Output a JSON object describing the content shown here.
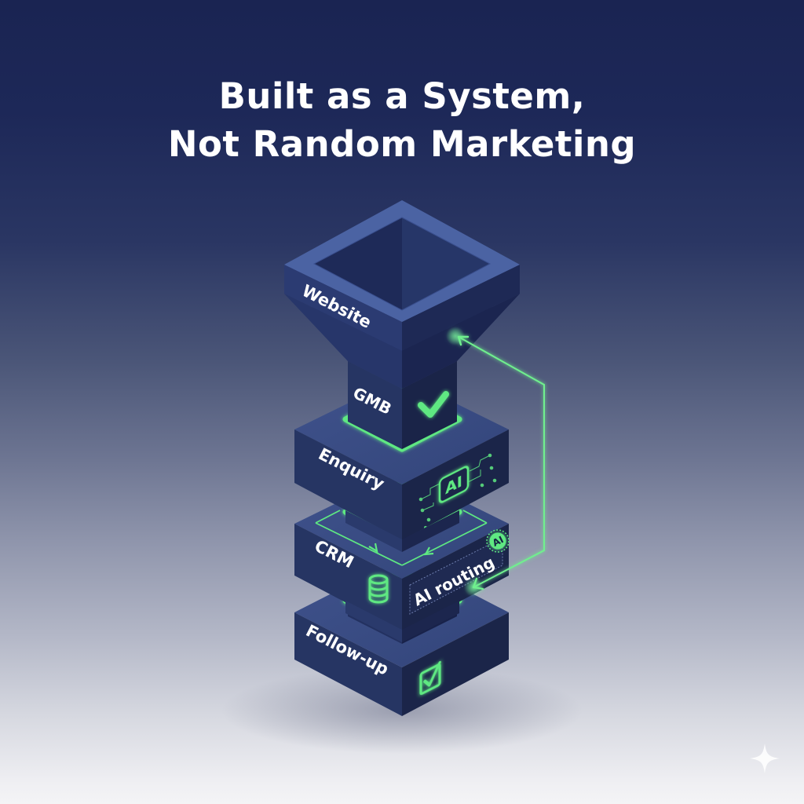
{
  "title": {
    "line1": "Built as a System,",
    "line2": "Not Random Marketing"
  },
  "diagram": {
    "type": "isometric-funnel-stack",
    "stages": [
      {
        "label": "Website",
        "icon": "funnel-top"
      },
      {
        "label": "GMB",
        "icon": "checkmark-icon"
      },
      {
        "label": "Enquiry",
        "icon": "ai-chip-icon",
        "icon_text": "AI"
      },
      {
        "label": "CRM",
        "icon": "database-icon",
        "side_label": "AI routing",
        "badge_text": "AI"
      },
      {
        "label": "Follow-up",
        "icon": "checkbox-checked-icon"
      }
    ],
    "feedback_arrow": {
      "from": "AI routing",
      "to": "Website"
    }
  },
  "colors": {
    "accent_green": "#5ee882",
    "block_top": "#3a4d86",
    "block_left": "#253462",
    "block_right": "#1a2448",
    "text": "#ffffff"
  },
  "watermark": {
    "icon": "sparkle-icon"
  }
}
